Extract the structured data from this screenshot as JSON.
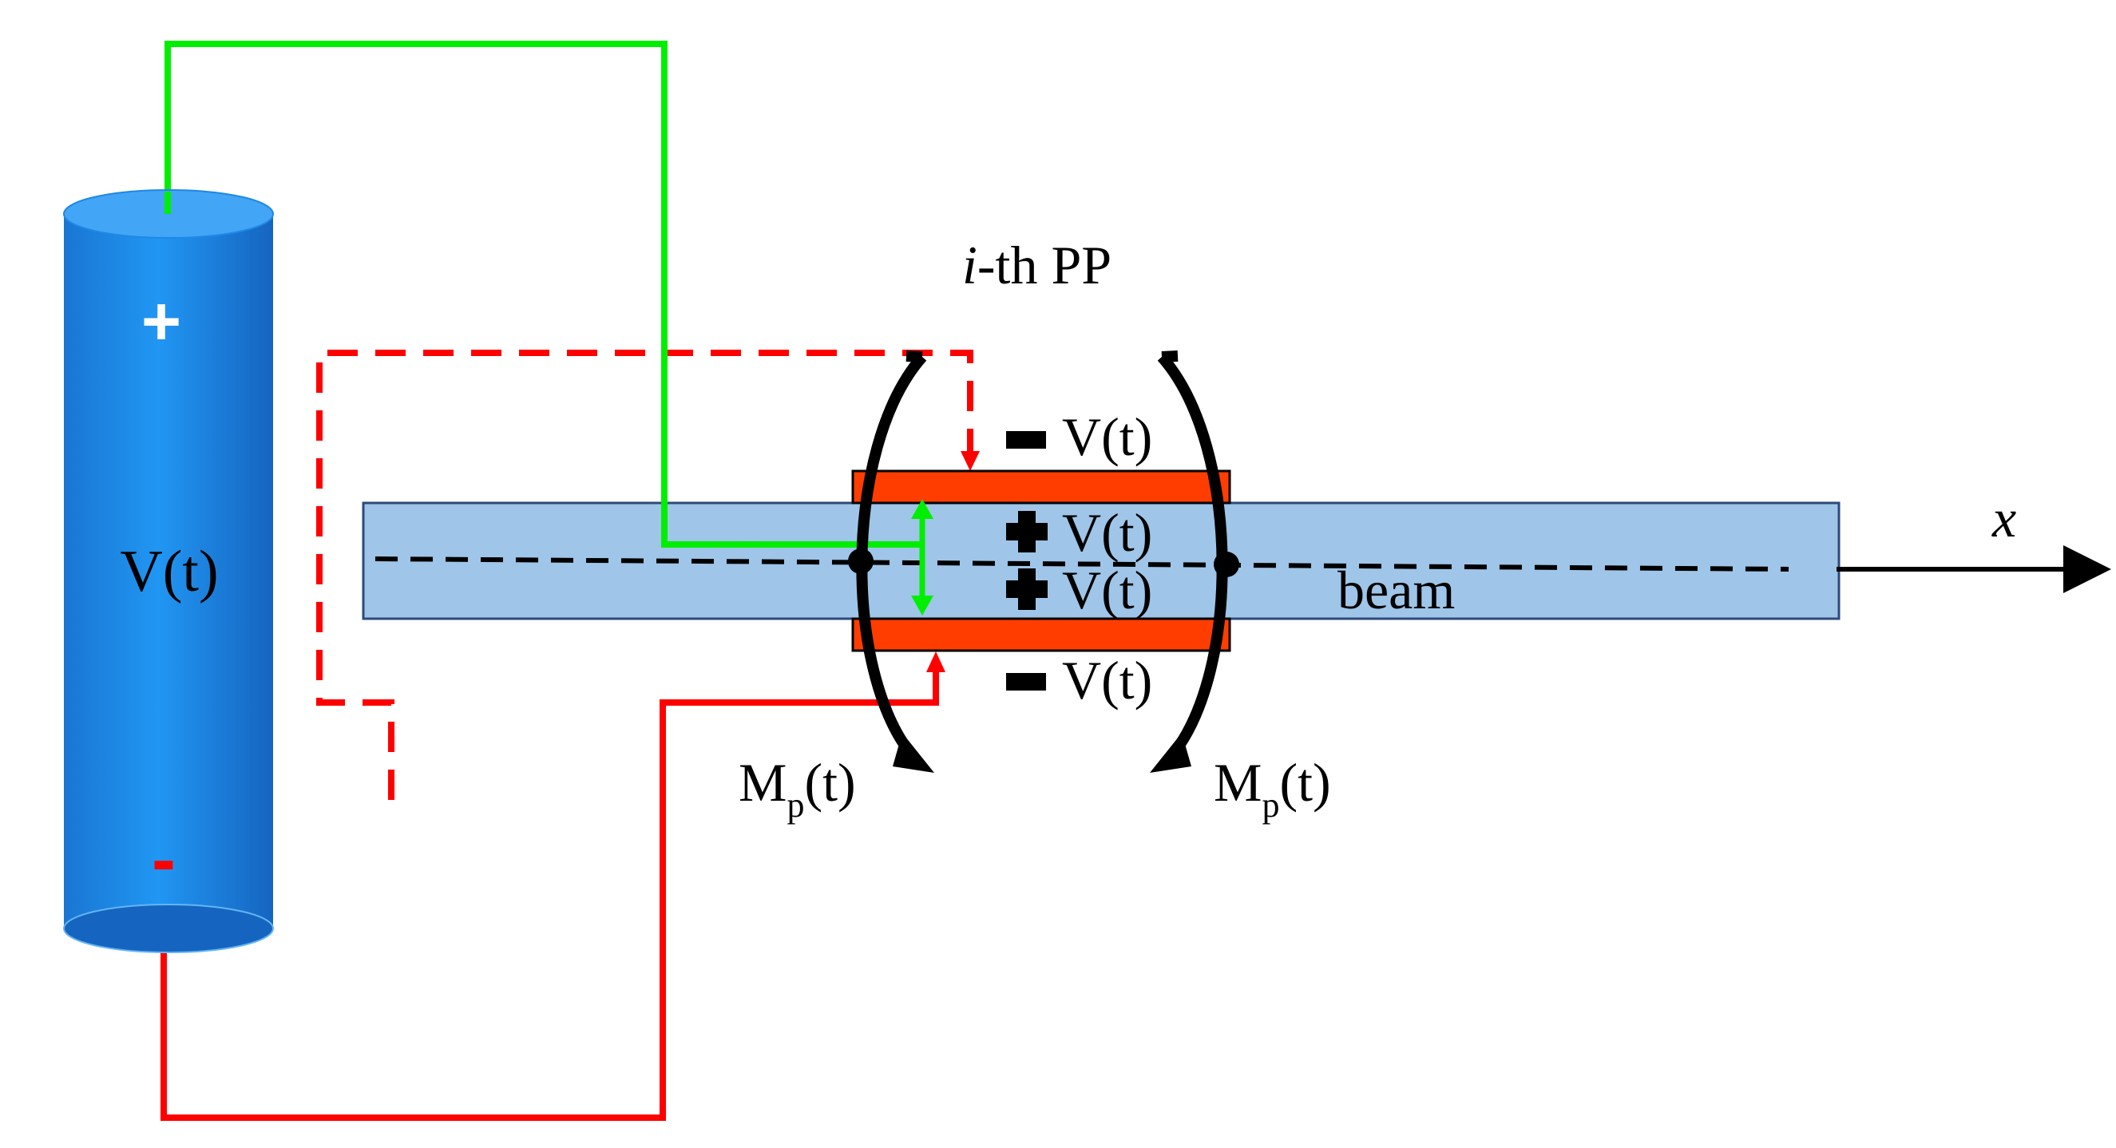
{
  "diagram": {
    "battery": {
      "label": "V(t)",
      "plus_symbol": "+",
      "minus_symbol": "-"
    },
    "patch_title": {
      "italic": "i",
      "rest": "-th PP"
    },
    "patch_voltages": {
      "top_outer": {
        "sign": "−",
        "text": "V(t)"
      },
      "top_inner": {
        "sign": "+",
        "text": "V(t)"
      },
      "bottom_inner": {
        "sign": "+",
        "text": "V(t)"
      },
      "bottom_outer": {
        "sign": "−",
        "text": "V(t)"
      }
    },
    "beam_label": "beam",
    "axis_label": "x",
    "moment_left": {
      "main": "M",
      "sub": "p",
      "tail": "(t)"
    },
    "moment_right": {
      "main": "M",
      "sub": "p",
      "tail": "(t)"
    },
    "colors": {
      "battery": "#2196F3",
      "battery_top": "#42A5F5",
      "beam": "#9FC5E8",
      "patch": "#FF3D00",
      "positive_wire": "#00EE00",
      "negative_wire": "#FF0000",
      "ink": "#000000"
    }
  }
}
